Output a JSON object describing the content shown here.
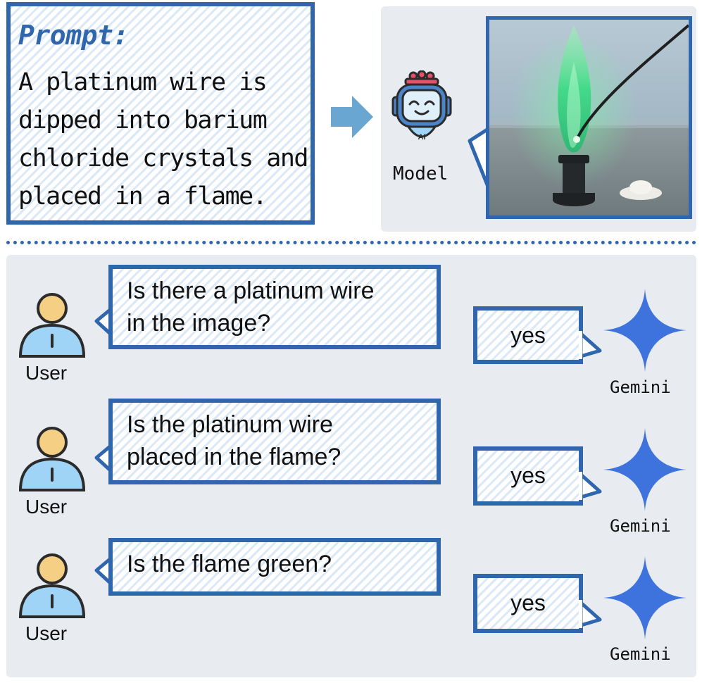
{
  "prompt": {
    "title": "Prompt:",
    "lines": [
      "A platinum wire is",
      "dipped into barium",
      "chloride crystals and",
      "placed in a flame."
    ]
  },
  "model": {
    "label": "Model",
    "badge": "AI"
  },
  "conversation": [
    {
      "question_lines": [
        "Is there a platinum wire",
        "in the image?"
      ],
      "answer": "yes",
      "user_label": "User",
      "responder_label": "Gemini"
    },
    {
      "question_lines": [
        "Is the platinum wire",
        "placed in the flame?"
      ],
      "answer": "yes",
      "user_label": "User",
      "responder_label": "Gemini"
    },
    {
      "question_lines": [
        "Is the flame green?"
      ],
      "answer": "yes",
      "user_label": "User",
      "responder_label": "Gemini"
    }
  ],
  "colors": {
    "border_blue": "#2f66ad",
    "gemini_blue": "#3e73de",
    "user_face": "#f5cf83",
    "user_body": "#9fd4f7",
    "panel_gray": "#e8ebf0",
    "flame_green": "#44d98a"
  }
}
